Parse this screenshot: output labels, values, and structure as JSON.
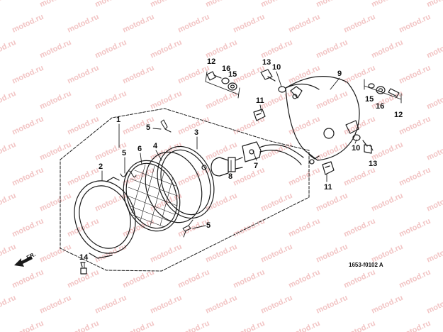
{
  "watermark": "motod.ru",
  "diagram_code": "1653-f0102 A",
  "front_marker": "FR.",
  "callouts": [
    {
      "id": "c1",
      "text": "1"
    },
    {
      "id": "c2",
      "text": "2"
    },
    {
      "id": "c3",
      "text": "3"
    },
    {
      "id": "c4",
      "text": "4"
    },
    {
      "id": "c5a",
      "text": "5"
    },
    {
      "id": "c5b",
      "text": "5"
    },
    {
      "id": "c5c",
      "text": "5"
    },
    {
      "id": "c6",
      "text": "6"
    },
    {
      "id": "c7",
      "text": "7"
    },
    {
      "id": "c8",
      "text": "8"
    },
    {
      "id": "c9",
      "text": "9"
    },
    {
      "id": "c10a",
      "text": "10"
    },
    {
      "id": "c10b",
      "text": "10"
    },
    {
      "id": "c11a",
      "text": "11"
    },
    {
      "id": "c11b",
      "text": "11"
    },
    {
      "id": "c12a",
      "text": "12"
    },
    {
      "id": "c12b",
      "text": "12"
    },
    {
      "id": "c13a",
      "text": "13"
    },
    {
      "id": "c13b",
      "text": "13"
    },
    {
      "id": "c14",
      "text": "14"
    },
    {
      "id": "c15a",
      "text": "15"
    },
    {
      "id": "c15b",
      "text": "15"
    },
    {
      "id": "c16a",
      "text": "16"
    },
    {
      "id": "c16b",
      "text": "16"
    }
  ]
}
